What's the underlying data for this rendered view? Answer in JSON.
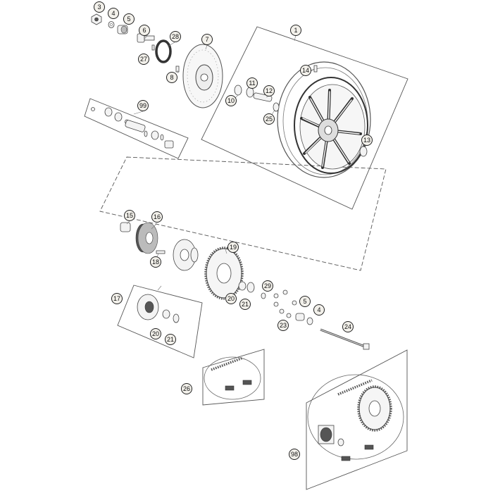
{
  "callouts": [
    {
      "id": "c1",
      "label": "1"
    },
    {
      "id": "c3",
      "label": "3"
    },
    {
      "id": "c4a",
      "label": "4"
    },
    {
      "id": "c5a",
      "label": "5"
    },
    {
      "id": "c6",
      "label": "6"
    },
    {
      "id": "c7",
      "label": "7"
    },
    {
      "id": "c8",
      "label": "8"
    },
    {
      "id": "c10",
      "label": "10"
    },
    {
      "id": "c11",
      "label": "11"
    },
    {
      "id": "c12",
      "label": "12"
    },
    {
      "id": "c13",
      "label": "13"
    },
    {
      "id": "c14",
      "label": "14"
    },
    {
      "id": "c15",
      "label": "15"
    },
    {
      "id": "c16",
      "label": "16"
    },
    {
      "id": "c17",
      "label": "17"
    },
    {
      "id": "c18",
      "label": "18"
    },
    {
      "id": "c19",
      "label": "19"
    },
    {
      "id": "c20a",
      "label": "20"
    },
    {
      "id": "c20b",
      "label": "20"
    },
    {
      "id": "c21a",
      "label": "21"
    },
    {
      "id": "c21b",
      "label": "21"
    },
    {
      "id": "c23",
      "label": "23"
    },
    {
      "id": "c24",
      "label": "24"
    },
    {
      "id": "c25",
      "label": "25"
    },
    {
      "id": "c26",
      "label": "26"
    },
    {
      "id": "c27",
      "label": "27"
    },
    {
      "id": "c28",
      "label": "28"
    },
    {
      "id": "c29",
      "label": "29"
    },
    {
      "id": "c4b",
      "label": "4"
    },
    {
      "id": "c5b",
      "label": "5"
    },
    {
      "id": "c98",
      "label": "98"
    },
    {
      "id": "c99",
      "label": "99"
    }
  ],
  "colors": {
    "callout_fill": "#f2f0ea",
    "line": "#555555"
  }
}
